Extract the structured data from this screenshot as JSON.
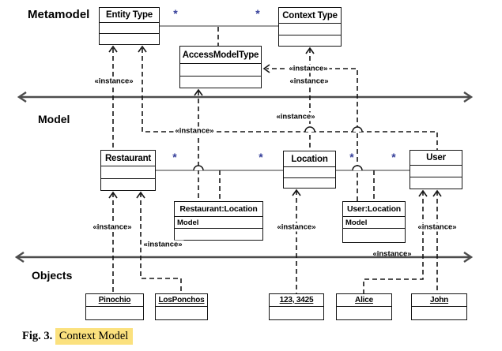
{
  "figure": {
    "layers": {
      "metamodel": "Metamodel",
      "model": "Model",
      "objects": "Objects"
    },
    "stereotype_label": "«instance»",
    "multiplicity": "*",
    "classes": {
      "entity_type": {
        "title": "Entity Type"
      },
      "context_type": {
        "title": "Context Type"
      },
      "access_model_type": {
        "title": "AccessModelType"
      },
      "restaurant": {
        "title": "Restaurant"
      },
      "location": {
        "title": "Location"
      },
      "user": {
        "title": "User"
      },
      "restaurant_location": {
        "title": "Restaurant:Location",
        "attribute": "Model"
      },
      "user_location": {
        "title": "User:Location",
        "attribute": "Model"
      }
    },
    "objects": {
      "pinochio": {
        "title": "Pinochio"
      },
      "los_ponchos": {
        "title": "LosPonchos"
      },
      "coordinates": {
        "title": "123, 3425"
      },
      "alice": {
        "title": "Alice"
      },
      "john": {
        "title": "John"
      }
    },
    "caption": {
      "label": "Fig. 3.",
      "title": "Context Model",
      "highlight_color": "#fbe17e"
    },
    "colors": {
      "association_line": "#9b9b9b",
      "layer_divider": "#4d4d4d",
      "multiplicity_text": "#333d99"
    }
  }
}
